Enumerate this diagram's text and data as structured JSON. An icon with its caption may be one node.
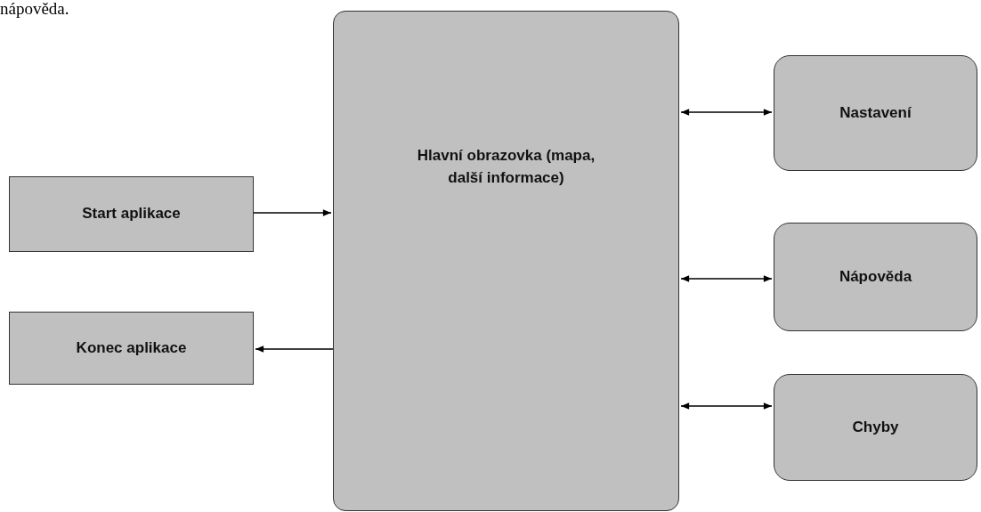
{
  "diagram": {
    "nodes": [
      {
        "text": [
          "Hlavní obrazovka (mapa, další informace)"
        ]
      },
      {
        "text": [
          "Start aplikace"
        ]
      },
      {
        "text": [
          "Konec aplikace"
        ]
      },
      {
        "text": [
          "Nastavení"
        ]
      },
      {
        "text": [
          "Nápověda"
        ]
      },
      {
        "text": [
          "Chyby"
        ]
      }
    ],
    "edges": [
      {
        "from": 1,
        "to": 0,
        "arrow": "to"
      },
      {
        "from": 0,
        "to": 2,
        "arrow": "to"
      },
      {
        "from": 0,
        "to": 3,
        "arrow": "both"
      },
      {
        "from": 0,
        "to": 4,
        "arrow": "both"
      },
      {
        "from": 0,
        "to": 5,
        "arrow": "both"
      }
    ],
    "labels": [
      "nápověda."
    ]
  }
}
